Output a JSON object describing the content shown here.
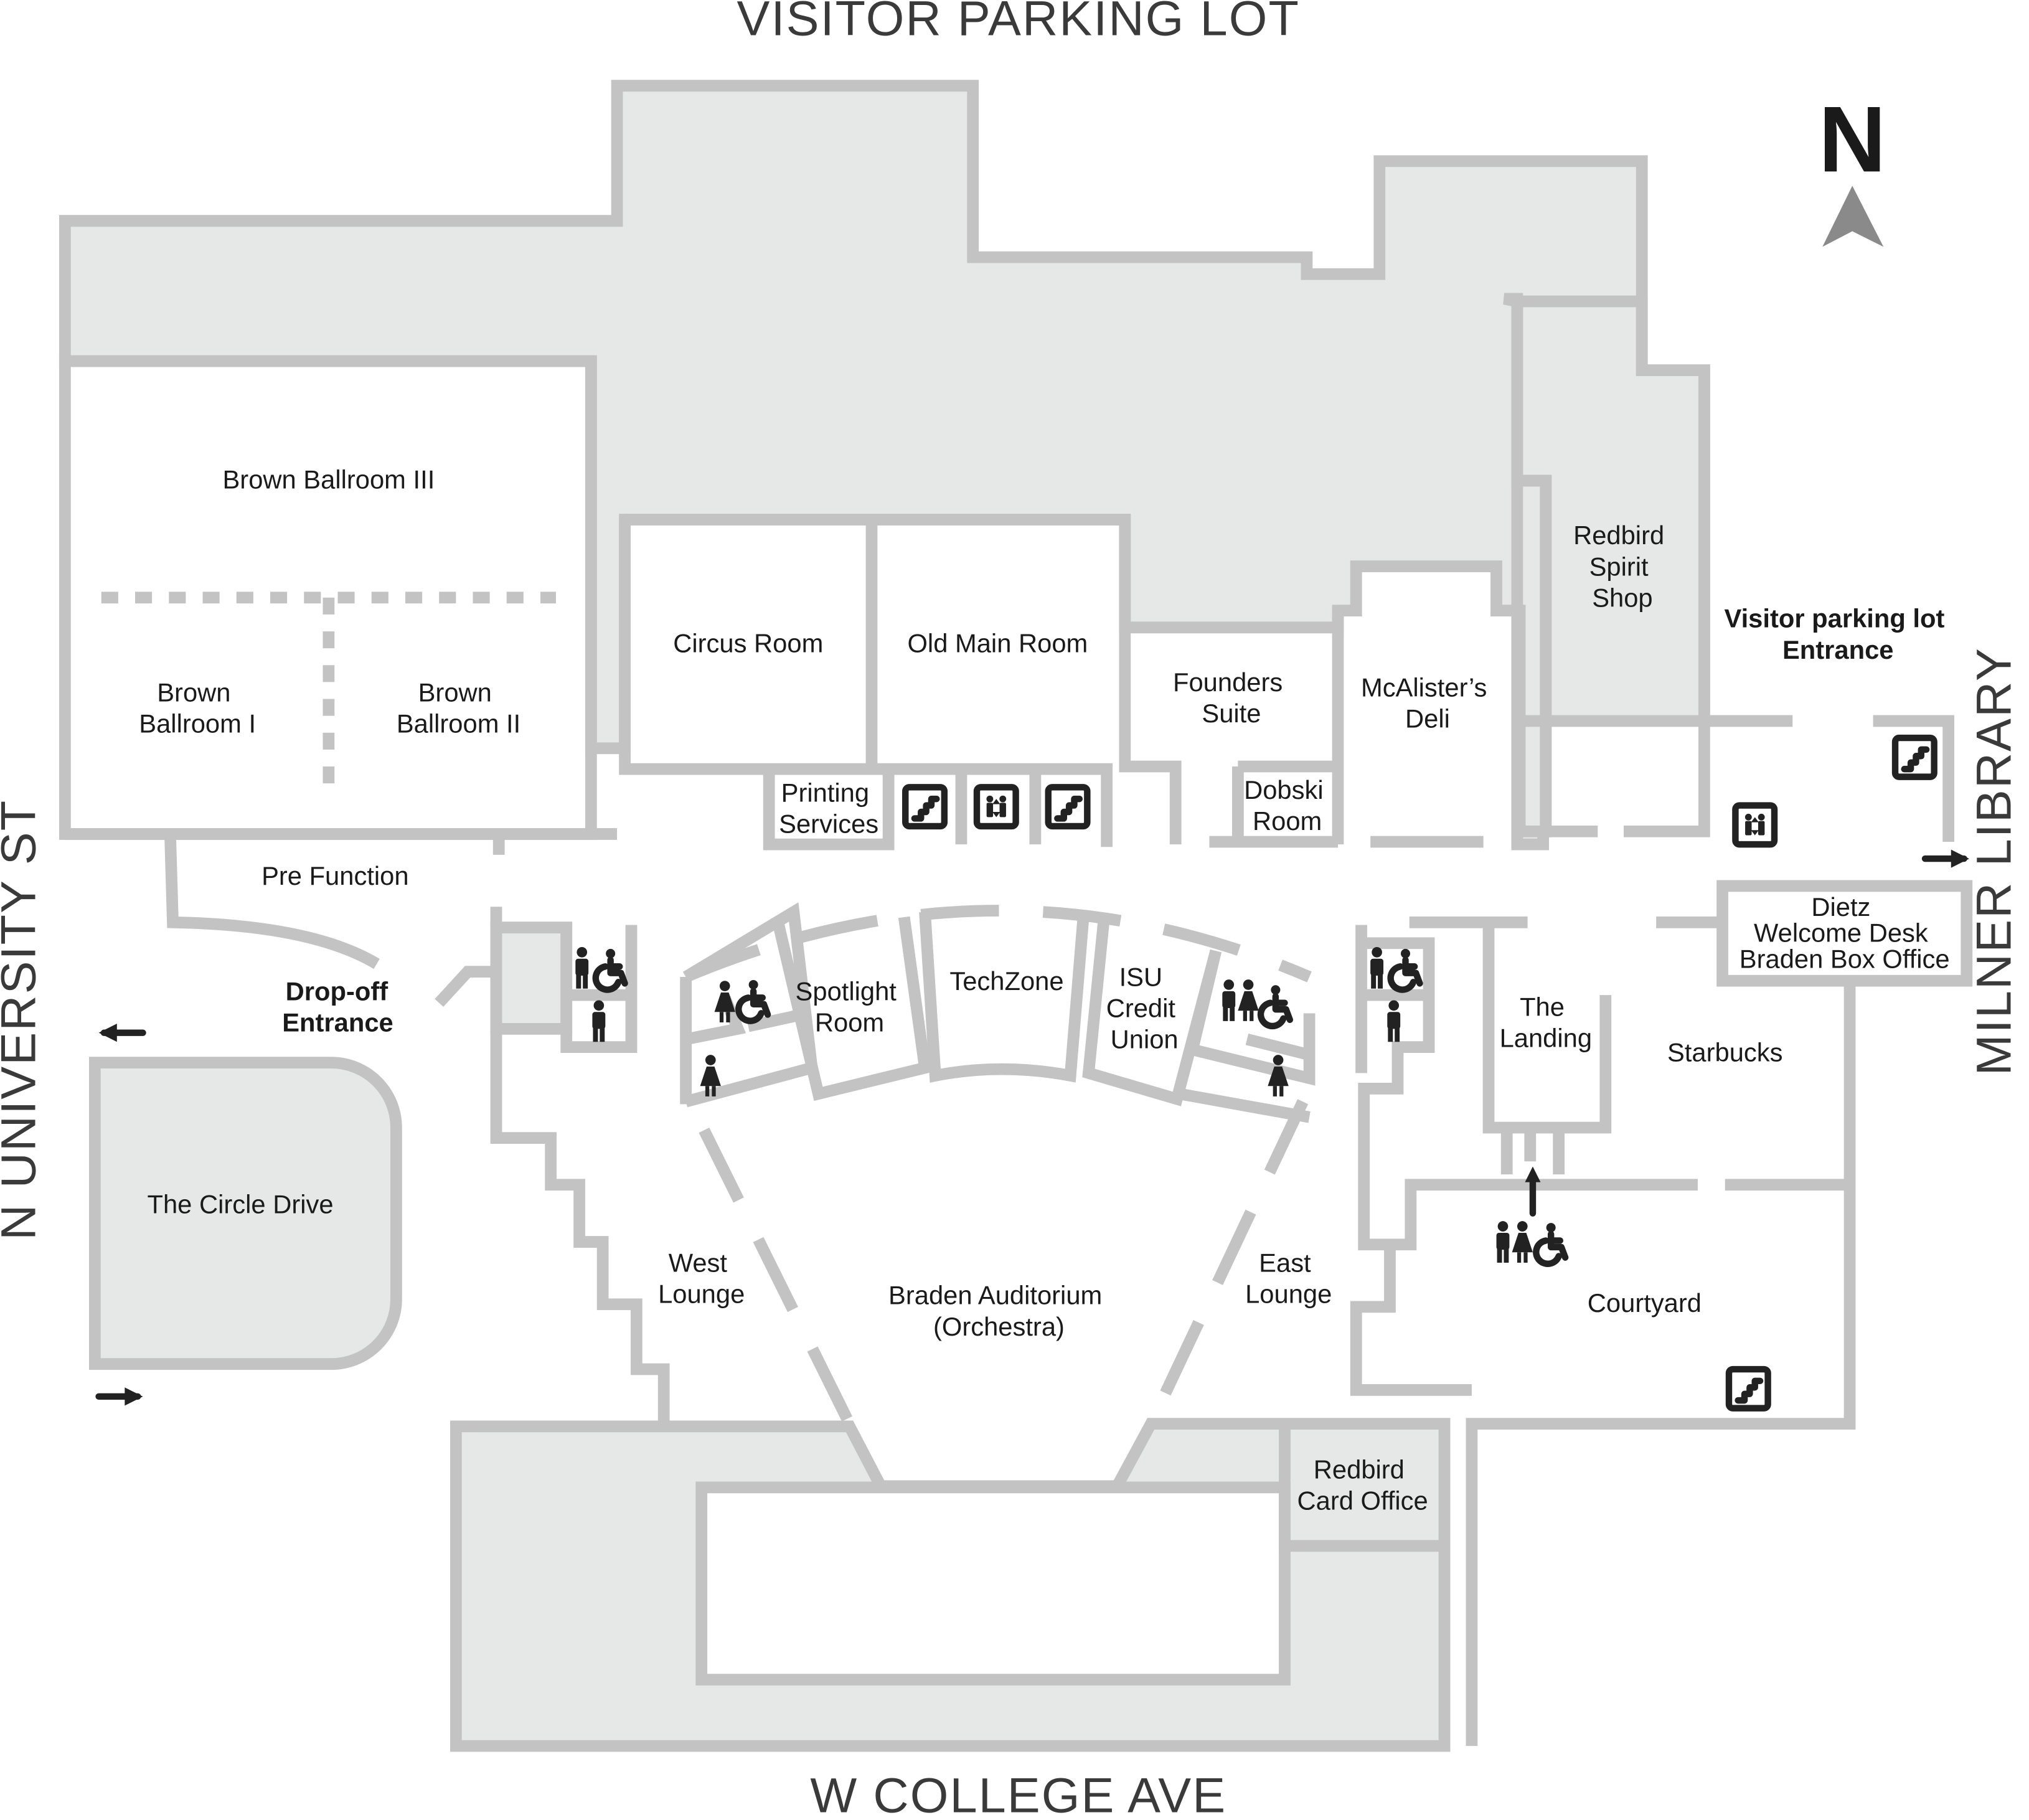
{
  "streets": {
    "north": "VISITOR PARKING LOT",
    "south": "W COLLEGE AVE",
    "west": "N UNIVERSITY ST",
    "east": "MILNER LIBRARY"
  },
  "compass_label": "N",
  "rooms": {
    "brown_ballroom_3": "Brown Ballroom III",
    "brown_ballroom_1": [
      "Brown",
      "Ballroom I"
    ],
    "brown_ballroom_2": [
      "Brown",
      "Ballroom II"
    ],
    "pre_function": "Pre Function",
    "drop_off_entrance": [
      "Drop-off",
      "Entrance"
    ],
    "circle_drive": "The Circle Drive",
    "circus_room": "Circus Room",
    "old_main_room": "Old Main Room",
    "printing_services": [
      "Printing",
      "Services"
    ],
    "founders_suite": [
      "Founders",
      "Suite"
    ],
    "dobski_room": [
      "Dobski",
      "Room"
    ],
    "mcalisters_deli": [
      "McAlister’s",
      "Deli"
    ],
    "redbird_spirit_shop": [
      "Redbird",
      "Spirit",
      "Shop"
    ],
    "visitor_parking_entrance": [
      "Visitor parking lot",
      "Entrance"
    ],
    "dietz_desk": [
      "Dietz",
      "Welcome Desk",
      "Braden Box Office"
    ],
    "spotlight_room": [
      "Spotlight",
      "Room"
    ],
    "techzone": "TechZone",
    "isu_credit_union": [
      "ISU",
      "Credit",
      "Union"
    ],
    "the_landing": [
      "The",
      "Landing"
    ],
    "starbucks": "Starbucks",
    "west_lounge": [
      "West",
      "Lounge"
    ],
    "east_lounge": [
      "East",
      "Lounge"
    ],
    "braden_auditorium": [
      "Braden Auditorium",
      "(Orchestra)"
    ],
    "courtyard": "Courtyard",
    "redbird_card_office": [
      "Redbird",
      "Card Office"
    ]
  },
  "colors": {
    "wall": "#c3c3c3",
    "shaded_area": "#e6e7e7",
    "icon_ink": "#222222"
  },
  "icons": [
    "stairs-icon",
    "elevator-icon",
    "restroom-men-icon",
    "restroom-women-icon",
    "accessible-icon",
    "arrow-left-icon",
    "arrow-right-icon",
    "arrow-up-icon",
    "north-arrow-icon"
  ]
}
